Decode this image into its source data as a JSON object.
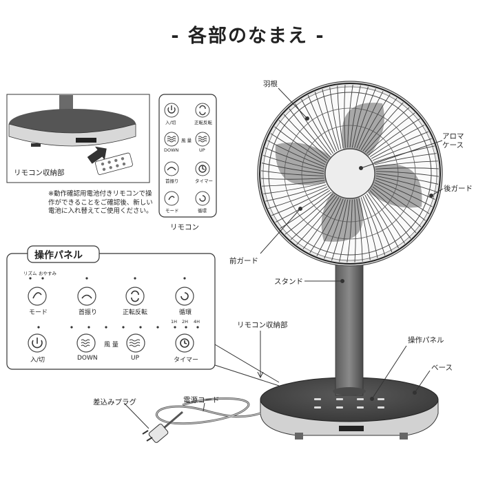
{
  "title": "- 各部のなまえ -",
  "callouts": {
    "blades": "羽根",
    "aroma_case": "アロマ\nケース",
    "rear_guard": "後ガード",
    "front_guard": "前ガード",
    "stand": "スタンド",
    "remote_storage": "リモコン収納部",
    "control_panel": "操作パネル",
    "base": "ベース",
    "power_cord": "電源コード",
    "plug": "差込みプラグ"
  },
  "inset": {
    "remote_storage_label": "リモコン収納部",
    "note": "※動作確認用電池付きリモコンで操作ができることをご確認後、新しい電池に入れ替えてご使用ください。"
  },
  "remote": {
    "title": "リモコン",
    "power": "入/切",
    "reverse": "正転反転",
    "wind_label": "風 量",
    "down": "DOWN",
    "up": "UP",
    "swing": "首振り",
    "timer": "タイマー",
    "mode": "モード",
    "circulate": "循環"
  },
  "panel": {
    "title": "操作パネル",
    "rhythm": "リズム",
    "sleep": "おやすみ",
    "mode": "モード",
    "swing": "首振り",
    "reverse": "正転反転",
    "circulate": "循環",
    "power": "入/切",
    "down": "DOWN",
    "wind_label": "風 量",
    "up": "UP",
    "timer": "タイマー",
    "t1": "1H",
    "t2": "2H",
    "t4": "4H"
  }
}
